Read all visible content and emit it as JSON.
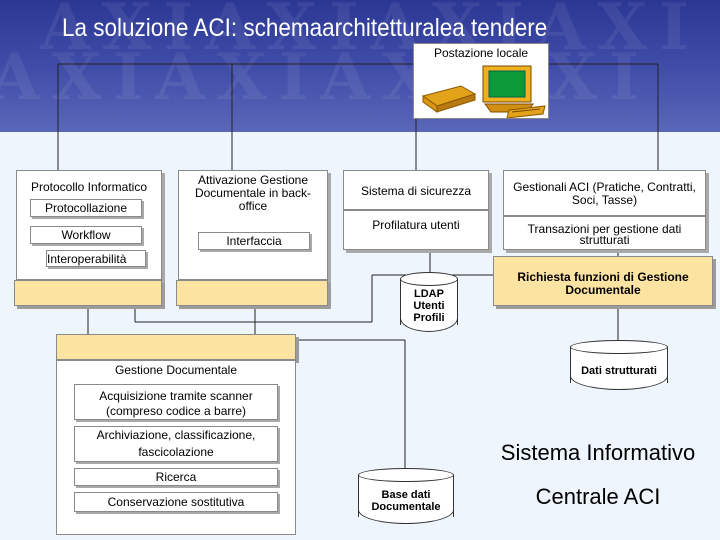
{
  "title": "La soluzione ACI: schemaarchitetturalea tendere",
  "postazione": {
    "label": "Postazione locale"
  },
  "protocollo": {
    "title": "Protocollo Informatico",
    "items": [
      "Protocollazione",
      "Workflow",
      "Interoperabilità"
    ]
  },
  "attivazione": {
    "title": "Attivazione Gestione Documentale in back-office",
    "interfaccia": "Interfaccia"
  },
  "sicurezza": {
    "title": "Sistema di sicurezza",
    "profilatura": "Profilatura utenti"
  },
  "gestionali": {
    "title": "Gestionali ACI (Pratiche, Contratti, Soci, Tasse)",
    "transazioni": "Transazioni per gestione dati strutturati"
  },
  "ldap": {
    "label": "LDAP Utenti Profili"
  },
  "richiesta": {
    "label": "Richiesta funzioni di Gestione Documentale"
  },
  "gestione_doc": {
    "title": "Gestione Documentale",
    "items": [
      "Acquisizione tramite scanner (compreso codice a barre)",
      "Archiviazione, classificazione, fascicolazione",
      "Ricerca",
      "Conservazione sostitutiva"
    ]
  },
  "dati_strutturati": {
    "label": "Dati strutturati"
  },
  "base_dati": {
    "label": "Base dati Documentale"
  },
  "sistema": {
    "line1": "Sistema Informativo",
    "line2": "Centrale ACI"
  },
  "colors": {
    "header": "#2c3794",
    "accent_box": "#fde3a1",
    "panel": "#ffffff",
    "content_bg": "#eef5fc"
  }
}
